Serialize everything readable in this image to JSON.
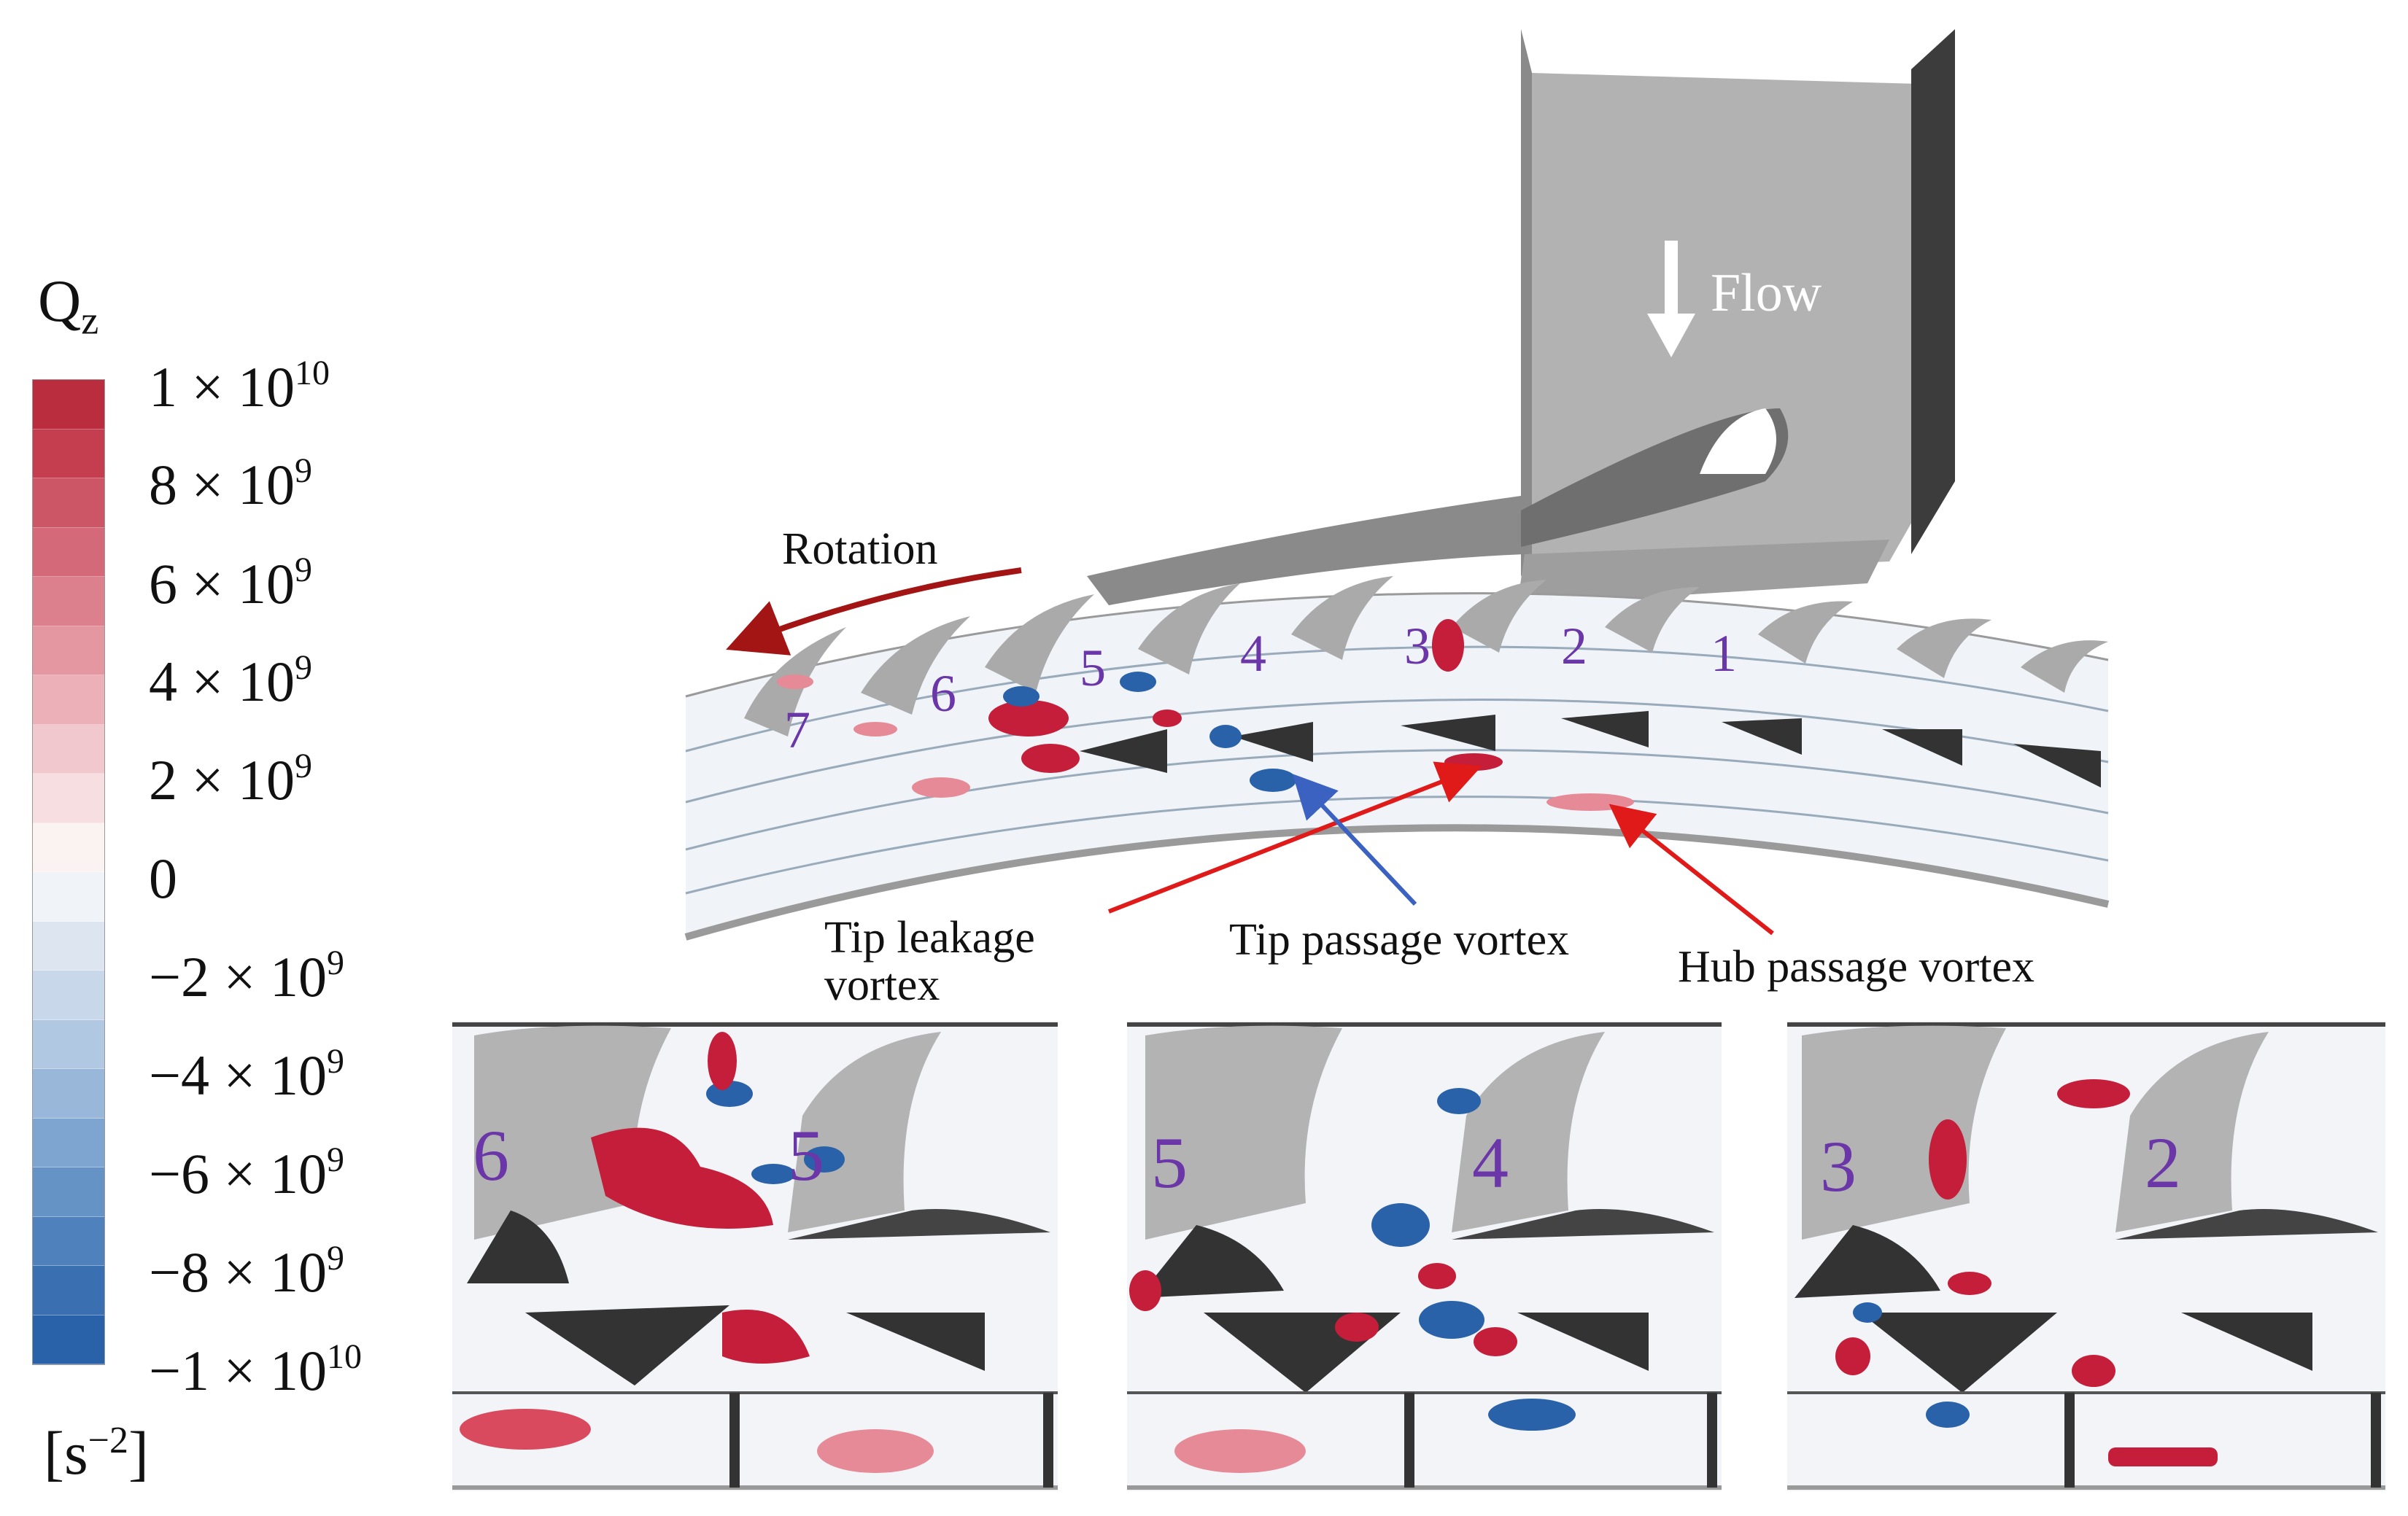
{
  "legend": {
    "title": "Q",
    "title_sub": "z",
    "unit_pre": "[s",
    "unit_sup": "−2",
    "unit_post": "]",
    "colors": [
      "#b92d3f",
      "#c43e50",
      "#cc5566",
      "#d46a79",
      "#dc808d",
      "#e496a1",
      "#ebb0b8",
      "#f1c8cd",
      "#f7dfe1",
      "#fbf2f2",
      "#f0f4f9",
      "#dde5f0",
      "#c9d7ea",
      "#b1c8e2",
      "#98b7d9",
      "#7ea5cf",
      "#6693c5",
      "#4f81bc",
      "#3a6fb2",
      "#2a62aa"
    ],
    "ticks": [
      {
        "label": "1 × 10",
        "exp": "10"
      },
      {
        "label": "8 × 10",
        "exp": "9"
      },
      {
        "label": "6 × 10",
        "exp": "9"
      },
      {
        "label": "4 × 10",
        "exp": "9"
      },
      {
        "label": "2 × 10",
        "exp": "9"
      },
      {
        "label": "0",
        "exp": ""
      },
      {
        "label": "−2 × 10",
        "exp": "9"
      },
      {
        "label": "−4 × 10",
        "exp": "9"
      },
      {
        "label": "−6 × 10",
        "exp": "9"
      },
      {
        "label": "−8 × 10",
        "exp": "9"
      },
      {
        "label": "−1 × 10",
        "exp": "10"
      }
    ]
  },
  "annotations": {
    "flow": "Flow",
    "rotation": "Rotation",
    "tip_leakage_1": "Tip leakage",
    "tip_leakage_2": "vortex",
    "tip_passage": "Tip passage vortex",
    "hub_passage": "Hub passage vortex"
  },
  "blade_numbers": [
    "7",
    "6",
    "5",
    "4",
    "3",
    "2",
    "1"
  ],
  "panels": [
    {
      "left_num": "6",
      "right_num": "5"
    },
    {
      "left_num": "5",
      "right_num": "4"
    },
    {
      "left_num": "3",
      "right_num": "2"
    }
  ],
  "colors": {
    "arrow_red": "#e01919",
    "arrow_blue": "#3b62c0",
    "rotation_arrow": "#a31414",
    "blade_grey": "#b3b3b3",
    "blade_dark": "#333333",
    "vortex_red": "#c41e3a",
    "vortex_blue": "#2a62aa",
    "number_purple": "#6a36a8"
  }
}
